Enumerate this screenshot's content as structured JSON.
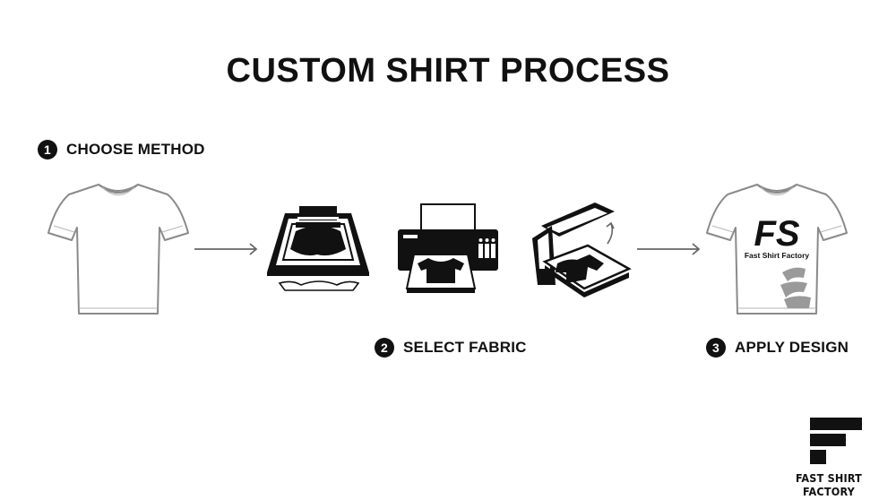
{
  "title": "CUSTOM SHIRT PROCESS",
  "steps": [
    {
      "number": "1",
      "label": "CHOOSE METHOD"
    },
    {
      "number": "2",
      "label": "SELECT FABRIC"
    },
    {
      "number": "3",
      "label": "APPLY DESIGN"
    }
  ],
  "printed_shirt": {
    "logo_letters": "FS",
    "logo_text": "Fast Shirt Factory"
  },
  "brand": {
    "name": "FAST SHIRT FACTORY"
  },
  "icons": [
    "blank-tshirt-icon",
    "screen-print-frame-icon",
    "dtg-printer-icon",
    "heat-press-icon",
    "printed-tshirt-icon",
    "brand-logo-icon"
  ],
  "colors": {
    "ink": "#111111",
    "outline": "#8a8a8a",
    "arrow": "#666666",
    "logo_gray": "#9a9a9a"
  }
}
